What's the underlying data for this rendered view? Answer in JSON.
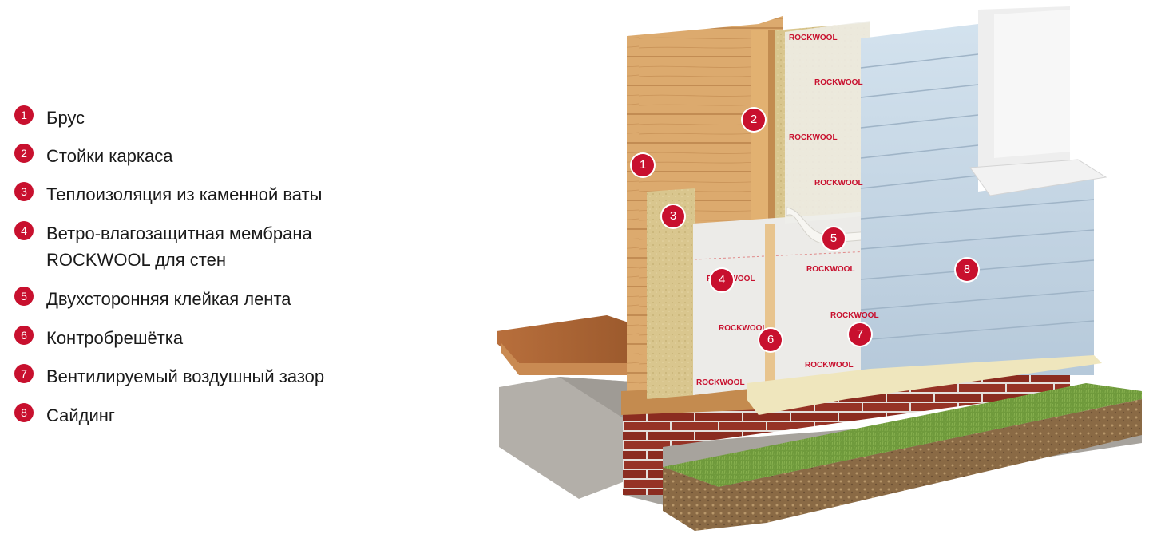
{
  "legend": [
    {
      "num": "1",
      "label": "Брус"
    },
    {
      "num": "2",
      "label": "Стойки каркаса"
    },
    {
      "num": "3",
      "label": "Теплоизоляция из каменной ваты"
    },
    {
      "num": "4",
      "label": "Ветро-влагозащитная мембрана",
      "label2": "ROCKWOOL для стен"
    },
    {
      "num": "5",
      "label": "Двухсторонняя клейкая лента"
    },
    {
      "num": "6",
      "label": "Контробрешётка"
    },
    {
      "num": "7",
      "label": "Вентилируемый воздушный зазор"
    },
    {
      "num": "8",
      "label": "Сайдинг"
    }
  ],
  "callouts": [
    "1",
    "2",
    "3",
    "4",
    "5",
    "6",
    "7",
    "8"
  ],
  "brand": "ROCKWOOL",
  "colors": {
    "accent": "#c8102e",
    "wood": "#d9a56a",
    "insulation": "#d8c48c",
    "membrane": "#ecebe8",
    "siding": "#c7d8e8",
    "brick": "#8e2f22",
    "concrete": "#a8a49e",
    "grass": "#6f9a3c",
    "soil": "#8a6a45"
  }
}
